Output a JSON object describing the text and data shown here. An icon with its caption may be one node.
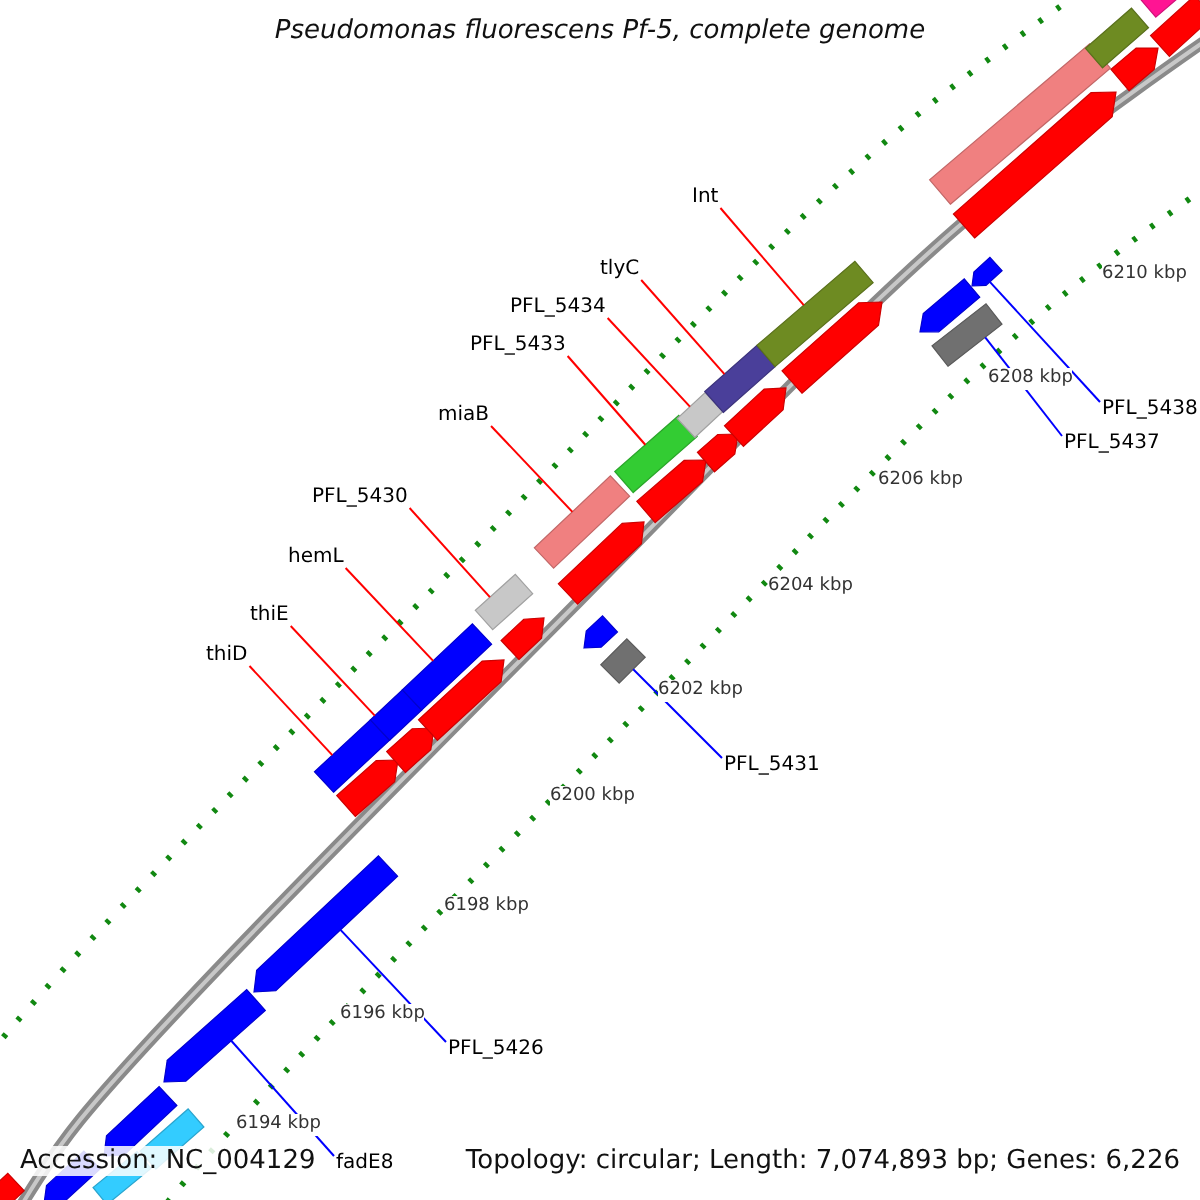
{
  "diagram": {
    "title": "Pseudomonas fluorescens Pf-5, complete genome",
    "nodes": [
      {
        "text": [
          "Int"
        ]
      },
      {
        "text": [
          "tlyC"
        ]
      },
      {
        "text": [
          "PFL_5434"
        ]
      },
      {
        "text": [
          "PFL_5433"
        ]
      },
      {
        "text": [
          "miaB"
        ]
      },
      {
        "text": [
          "PFL_5430"
        ]
      },
      {
        "text": [
          "hemL"
        ]
      },
      {
        "text": [
          "thiE"
        ]
      },
      {
        "text": [
          "thiD"
        ]
      },
      {
        "text": [
          "PFL_5431"
        ]
      },
      {
        "text": [
          "PFL_5438"
        ]
      },
      {
        "text": [
          "PFL_5437"
        ]
      },
      {
        "text": [
          "PFL_5426"
        ]
      },
      {
        "text": [
          "fadE8"
        ]
      },
      {
        "text": [],
        "shape": "bar"
      },
      {
        "text": [],
        "shape": "pentagon"
      },
      {
        "text": [],
        "shape": "bar"
      },
      {
        "text": [],
        "shape": "pentagon"
      },
      {
        "text": [],
        "shape": "bar"
      },
      {
        "text": [],
        "shape": "pentagon"
      },
      {
        "text": [],
        "shape": "pentagon"
      },
      {
        "text": [],
        "shape": "bar"
      },
      {
        "text": [],
        "shape": "bar"
      },
      {
        "text": [],
        "shape": "bar"
      },
      {
        "text": [],
        "shape": "pentagon"
      },
      {
        "text": [],
        "shape": "pentagon"
      },
      {
        "text": [],
        "shape": "pentagon"
      },
      {
        "text": [],
        "shape": "bar"
      },
      {
        "text": [],
        "shape": "pentagon"
      },
      {
        "text": [],
        "shape": "bar"
      },
      {
        "text": [],
        "shape": "pentagon"
      },
      {
        "text": [],
        "shape": "pentagon"
      },
      {
        "text": [],
        "shape": "bar"
      },
      {
        "text": [],
        "shape": "bar"
      },
      {
        "text": [],
        "shape": "pentagon"
      },
      {
        "text": [],
        "shape": "bar"
      },
      {
        "text": [],
        "shape": "pentagon"
      },
      {
        "text": [],
        "shape": "bar"
      },
      {
        "text": [],
        "shape": "pentagon"
      },
      {
        "text": [],
        "shape": "bar"
      },
      {
        "text": [],
        "shape": "pentagon"
      },
      {
        "text": [],
        "shape": "pentagon"
      },
      {
        "text": [],
        "shape": "bar"
      },
      {
        "text": [],
        "shape": "pentagon"
      },
      {
        "text": [],
        "shape": "bar"
      },
      {
        "text": [],
        "shape": "pentagon"
      },
      {
        "text": [],
        "shape": "bar"
      },
      {
        "text": [],
        "shape": "pentagon"
      },
      {
        "text": [],
        "shape": "bar"
      },
      {
        "text": [],
        "shape": "bar"
      }
    ],
    "edges": [
      {
        "from": 0,
        "to": 39,
        "arrow": "none"
      },
      {
        "from": 1,
        "to": 37,
        "arrow": "none"
      },
      {
        "from": 2,
        "to": 35,
        "arrow": "none"
      },
      {
        "from": 3,
        "to": 33,
        "arrow": "none"
      },
      {
        "from": 4,
        "to": 29,
        "arrow": "none"
      },
      {
        "from": 5,
        "to": 27,
        "arrow": "none"
      },
      {
        "from": 6,
        "to": 23,
        "arrow": "none"
      },
      {
        "from": 7,
        "to": 22,
        "arrow": "none"
      },
      {
        "from": 8,
        "to": 21,
        "arrow": "none"
      },
      {
        "from": 9,
        "to": 32,
        "arrow": "none",
        "color": "#0000ff"
      },
      {
        "from": 10,
        "to": 43,
        "arrow": "none",
        "color": "#0000ff"
      },
      {
        "from": 11,
        "to": 42,
        "arrow": "none",
        "color": "#0000ff"
      },
      {
        "from": 12,
        "to": 20,
        "arrow": "none",
        "color": "#0000ff"
      },
      {
        "from": 13,
        "to": 19,
        "arrow": "none",
        "color": "#0000ff"
      }
    ],
    "labels": [
      "6210 kbp",
      "6208 kbp",
      "6206 kbp",
      "6204 kbp",
      "6202 kbp",
      "6200 kbp",
      "6198 kbp",
      "6196 kbp",
      "6194 kbp",
      "Accession: NC_004129",
      "Topology: circular; Length: 7,074,893 bp; Genes: 6,226"
    ]
  }
}
